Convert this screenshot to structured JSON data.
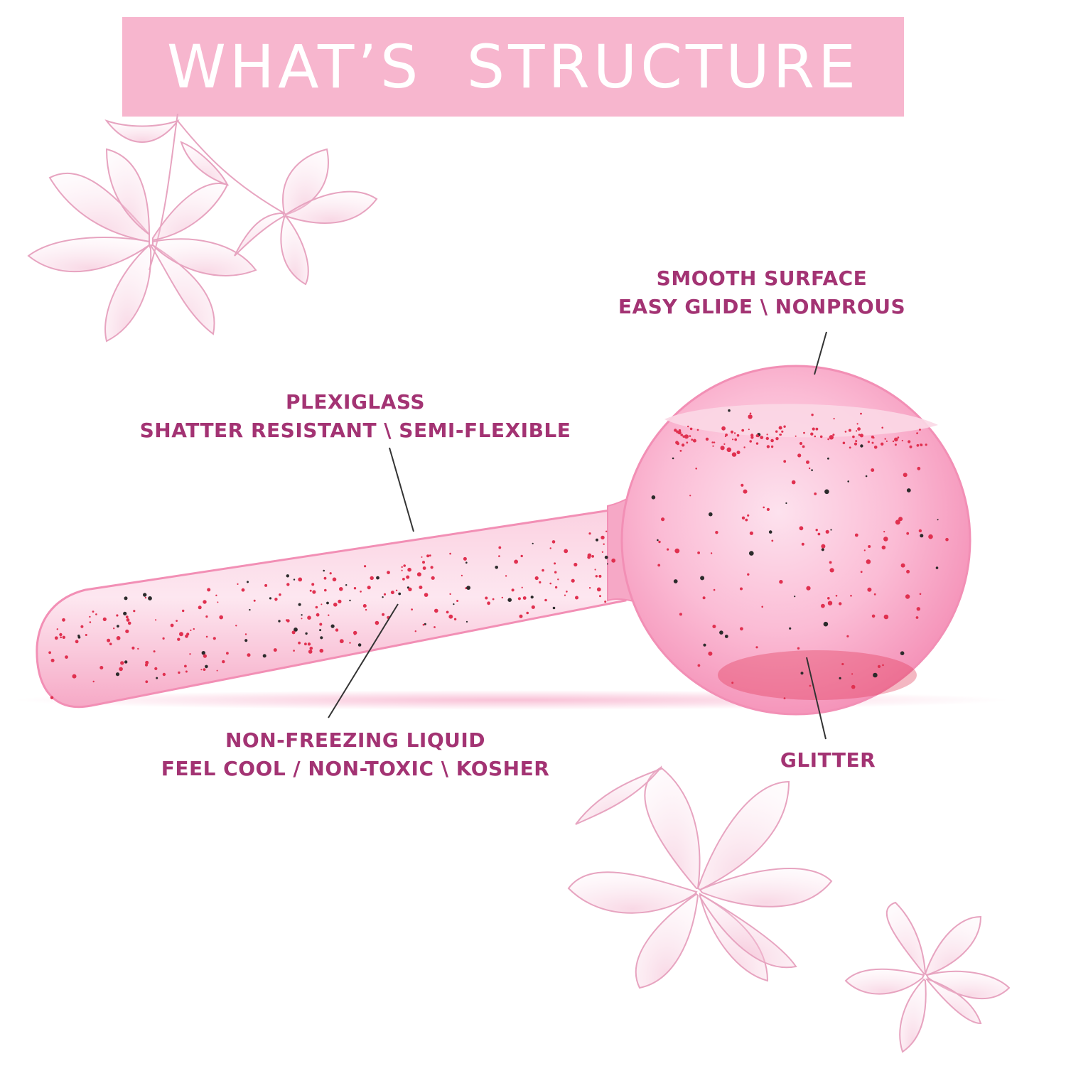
{
  "title": "WHAT’S  STRUCTURE",
  "colors": {
    "banner": "#f7b6ce",
    "label_text": "#a33373",
    "leader_line": "#333333",
    "product_pink": "#f9a8c8",
    "glitter_red": "#e0304f",
    "flower_stroke": "#e7a4c0"
  },
  "callouts": {
    "smooth_surface": {
      "line1": "SMOOTH SURFACE",
      "line2": "EASY GLIDE \\ NONPROUS"
    },
    "plexiglass": {
      "line1": "PLEXIGLASS",
      "line2": "SHATTER RESISTANT \\ SEMI-FLEXIBLE"
    },
    "liquid": {
      "line1": "NON-FREEZING LIQUID",
      "line2": "FEEL COOL / NON-TOXIC \\ KOSHER"
    },
    "glitter": {
      "line1": "GLITTER"
    }
  },
  "product": {
    "name_icon": "ice-globe-roller-illustration"
  }
}
